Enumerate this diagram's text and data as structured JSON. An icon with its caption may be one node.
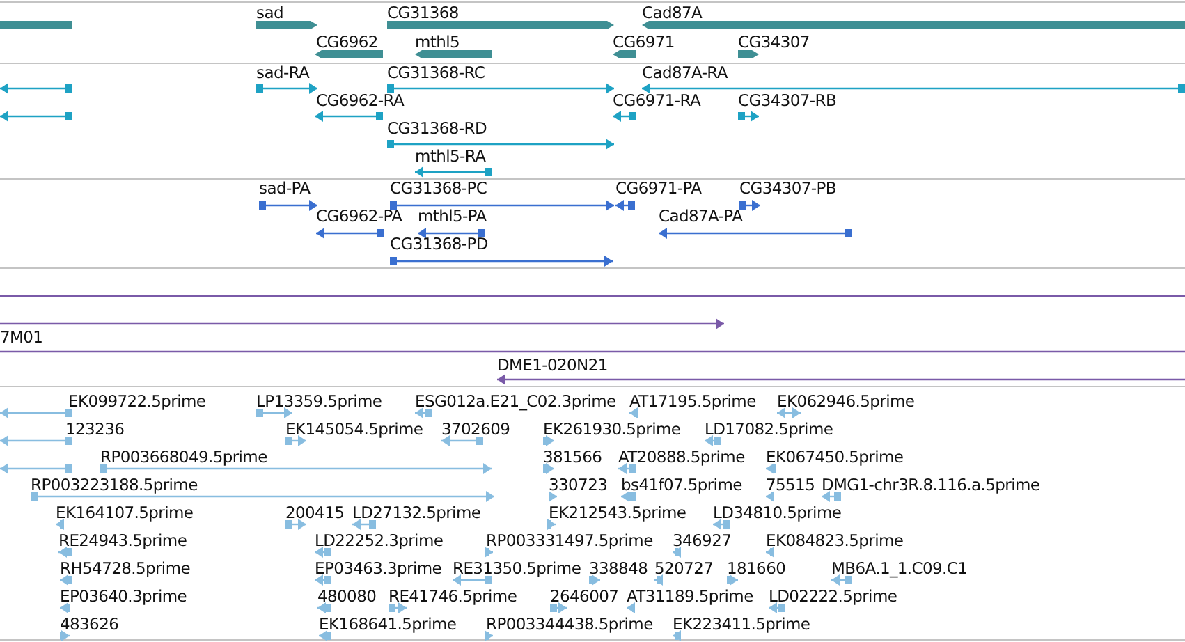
{
  "diagram": {
    "labels": [
      "sad",
      "CG31368",
      "Cad87A",
      "CG6962",
      "mthl5",
      "CG6971",
      "CG34307",
      "sad-RA",
      "CG31368-RC",
      "Cad87A-RA",
      "CG6962-RA",
      "CG6971-RA",
      "CG34307-RB",
      "CG31368-RD",
      "mthl5-RA",
      "sad-PA",
      "CG31368-PC",
      "CG6971-PA",
      "CG34307-PB",
      "CG6962-PA",
      "mthl5-PA",
      "Cad87A-PA",
      "CG31368-PD",
      "7M01",
      "DME1-020N21",
      "EK099722.5prime",
      "LP13359.5prime",
      "ESG012a.E21_C02.3prime",
      "AT17195.5prime",
      "EK062946.5prime",
      "123236",
      "EK145054.5prime",
      "3702609",
      "EK261930.5prime",
      "LD17082.5prime",
      "RP003668049.5prime",
      "381566",
      "AT20888.5prime",
      "EK067450.5prime",
      "RP003223188.5prime",
      "330723",
      "bs41f07.5prime",
      "75515",
      "DMG1-chr3R.8.116.a.5prime",
      "EK164107.5prime",
      "200415",
      "LD27132.5prime",
      "EK212543.5prime",
      "LD34810.5prime",
      "RE24943.5prime",
      "LD22252.3prime",
      "RP003331497.5prime",
      "346927",
      "EK084823.5prime",
      "RH54728.5prime",
      "EP03463.3prime",
      "RE31350.5prime",
      "338848",
      "520727",
      "181660",
      "MB6A.1_1.C09.C1",
      "EP03640.3prime",
      "480080",
      "RE41746.5prime",
      "2646007",
      "AT31189.5prime",
      "LD02222.5prime",
      "483626",
      "EK168641.5prime",
      "RP003344438.5prime",
      "EK223411.5prime"
    ]
  }
}
